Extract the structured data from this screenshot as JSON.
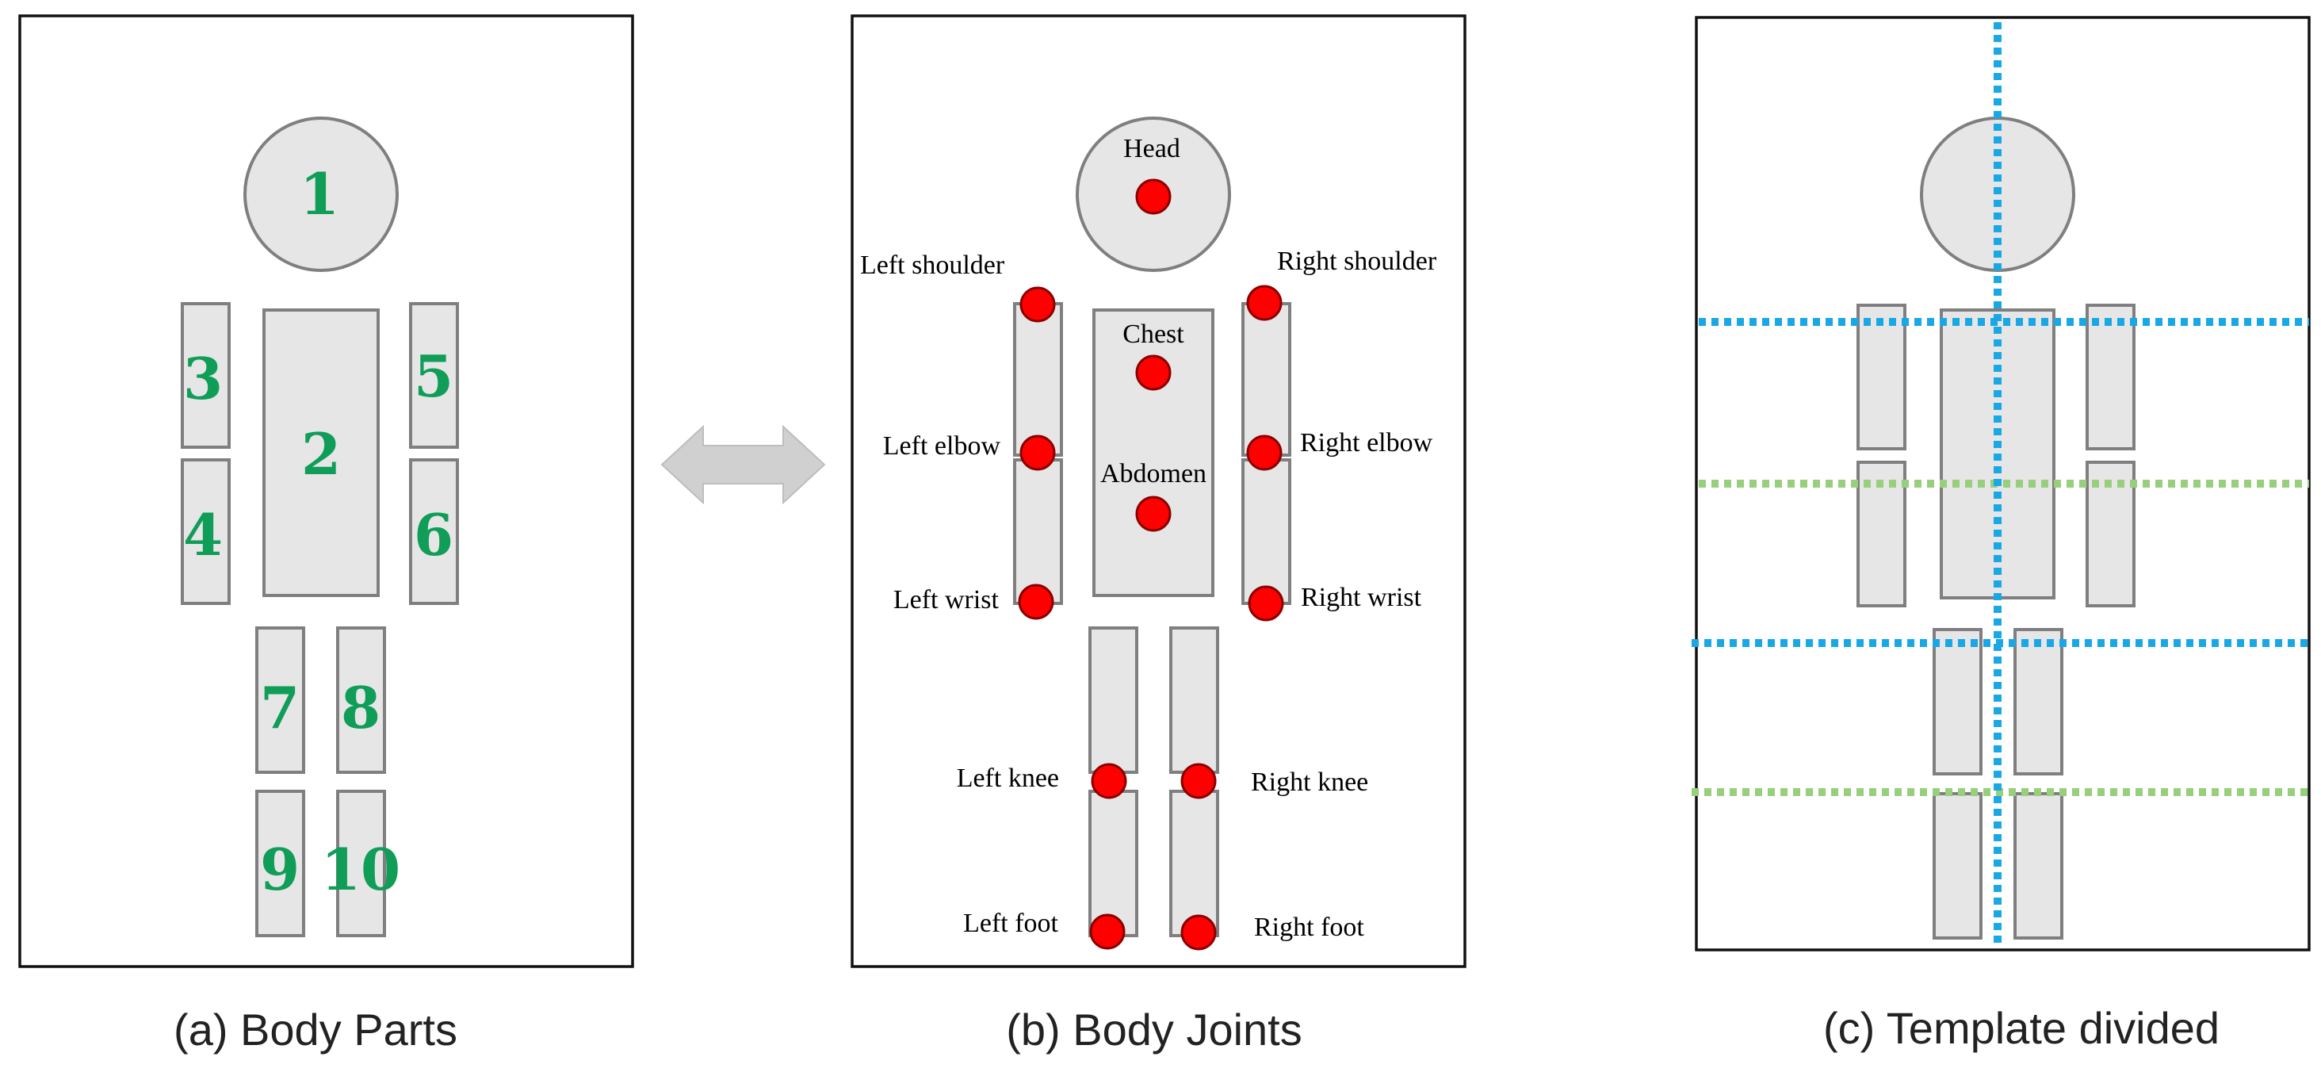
{
  "captions": {
    "a": "(a) Body Parts",
    "b": "(b) Body Joints",
    "c": "(c) Template divided"
  },
  "parts": [
    "1",
    "2",
    "3",
    "4",
    "5",
    "6",
    "7",
    "8",
    "9",
    "10"
  ],
  "joints": {
    "head": "Head",
    "left_shoulder": "Left shoulder",
    "right_shoulder": "Right shoulder",
    "chest": "Chest",
    "left_elbow": "Left elbow",
    "right_elbow": "Right elbow",
    "abdomen": "Abdomen",
    "left_wrist": "Left wrist",
    "right_wrist": "Right wrist",
    "left_knee": "Left knee",
    "right_knee": "Right knee",
    "left_foot": "Left foot",
    "right_foot": "Right foot"
  },
  "colors": {
    "part_number": "#0f9d58",
    "joint_marker": "#ff0000",
    "divider_blue": "#1aa7e6",
    "divider_green": "#97cf7c",
    "segment_fill": "#e6e6e6",
    "arrow": "#d0d0d0"
  }
}
